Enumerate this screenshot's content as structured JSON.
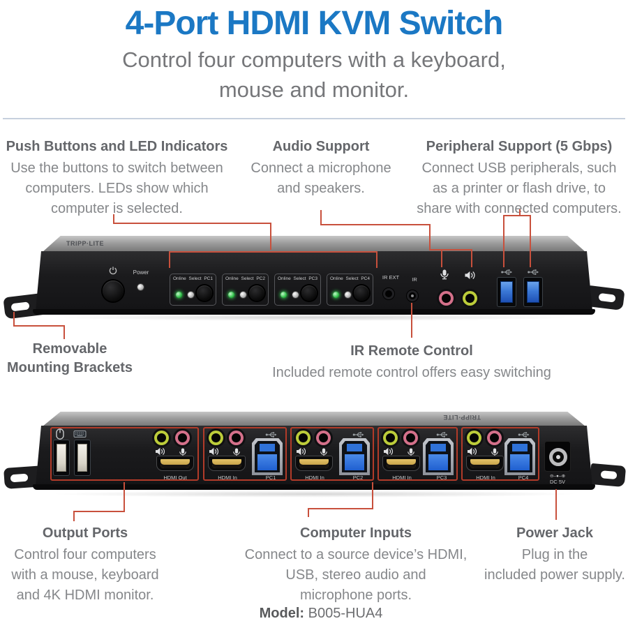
{
  "header": {
    "title": "4-Port HDMI KVM Switch",
    "subtitle_line1": "Control four computers with a keyboard,",
    "subtitle_line2": "mouse and monitor."
  },
  "callouts": {
    "push_buttons": {
      "heading": "Push Buttons and LED Indicators",
      "body": [
        "Use the buttons to switch between",
        "computers. LEDs show which",
        "computer is selected."
      ]
    },
    "audio": {
      "heading": "Audio Support",
      "body": [
        "Connect a microphone",
        "and speakers."
      ]
    },
    "peripheral": {
      "heading": "Peripheral Support (5 Gbps)",
      "body": [
        "Connect USB peripherals, such",
        "as a printer or flash drive, to",
        "share with connected computers."
      ]
    },
    "mounting": {
      "heading_line1": "Removable",
      "heading_line2": "Mounting Brackets"
    },
    "ir_remote": {
      "heading": "IR Remote Control",
      "body": [
        "Included remote control offers easy switching"
      ]
    },
    "output_ports": {
      "heading": "Output Ports",
      "body": [
        "Control four computers",
        "with a mouse, keyboard",
        "and 4K HDMI monitor."
      ]
    },
    "computer_inputs": {
      "heading": "Computer Inputs",
      "body": [
        "Connect to a source device’s HDMI,",
        "USB, stereo audio and",
        "microphone ports."
      ]
    },
    "power_jack": {
      "heading": "Power Jack",
      "body": [
        "Plug in the",
        "included power supply."
      ]
    }
  },
  "model": {
    "label": "Model:",
    "value": "B005-HUA4"
  },
  "front_panel": {
    "brand": "TRIPP·LITE",
    "power_label": "Power",
    "ir_ext_label": "IR EXT",
    "ir_label": "IR",
    "groups": [
      {
        "online": "Online",
        "select": "Select",
        "pc": "PC1"
      },
      {
        "online": "Online",
        "select": "Select",
        "pc": "PC2"
      },
      {
        "online": "Online",
        "select": "Select",
        "pc": "PC3"
      },
      {
        "online": "Online",
        "select": "Select",
        "pc": "PC4"
      }
    ]
  },
  "back_panel": {
    "brand": "TRIPP·LITE",
    "hdmi_out_label": "HDMI Out",
    "dc_polarity": "⊖–●–⊕",
    "dc_label": "DC 5V",
    "inputs": [
      {
        "hdmi_label": "HDMI In",
        "pc_label": "PC1"
      },
      {
        "hdmi_label": "HDMI In",
        "pc_label": "PC2"
      },
      {
        "hdmi_label": "HDMI In",
        "pc_label": "PC3"
      },
      {
        "hdmi_label": "HDMI In",
        "pc_label": "PC4"
      }
    ]
  },
  "colors": {
    "title_blue": "#1b78c4",
    "callout_red": "#c8503c",
    "heading_gray": "#64666a",
    "body_gray": "#85878a",
    "led_green": "#2fbf47",
    "jack_pink": "#d4708a",
    "jack_green": "#bccc3a",
    "usb_blue": "#2e6fd0"
  },
  "icons": [
    "power-icon",
    "mic-icon",
    "speaker-icon",
    "usb-icon",
    "mouse-icon",
    "keyboard-icon"
  ]
}
